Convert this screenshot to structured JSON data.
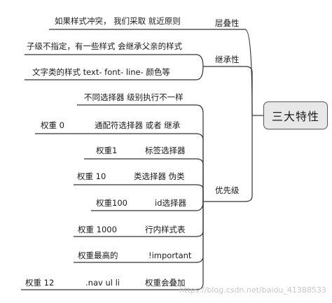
{
  "root": {
    "label": "三大特性"
  },
  "branches": {
    "cascade": {
      "label": "层叠性",
      "items": [
        "如果样式冲突，  我们采取 就近原则"
      ]
    },
    "inherit": {
      "label": "继承性",
      "items": [
        "子级不指定，有一些样式 会继承父亲的样式",
        "文字类的样式   text-   font-  line-  颜色等"
      ]
    },
    "priority": {
      "label": "优先级",
      "header": "不同选择器 级别执行不一样",
      "rows": [
        {
          "weight": "权重  0",
          "text": "通配符选择器  或者 继承"
        },
        {
          "weight": "权重1",
          "text": "标签选择器"
        },
        {
          "weight": "权重  10",
          "text": "类选择器 伪类"
        },
        {
          "weight": "权重100",
          "text": "id选择器"
        },
        {
          "weight": "权重  1000",
          "text": "行内样式表"
        },
        {
          "weight": "权重最高的",
          "text": "!important"
        },
        {
          "weight": "权重   12",
          "text": ".nav ul li",
          "extra": "权重会叠加"
        }
      ]
    }
  },
  "watermark": "https://blog.csdn.net/baidu_41388533",
  "colors": {
    "line": "#333333",
    "root_fill": "#e8e8e8",
    "watermark": "#c8c8c8"
  }
}
